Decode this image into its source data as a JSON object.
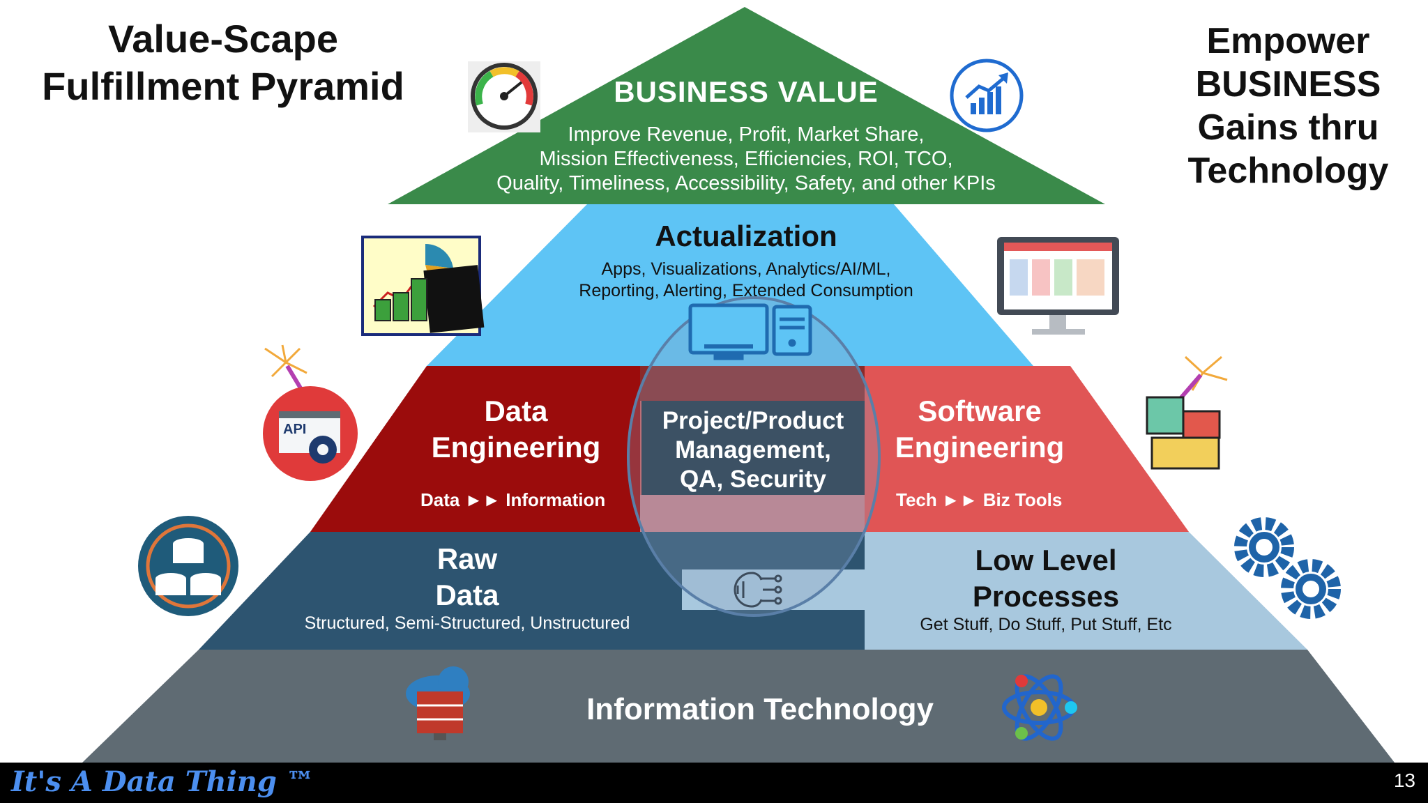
{
  "title": {
    "line1": "Value-Scape",
    "line2": "Fulfillment Pyramid"
  },
  "tagline": {
    "line1": "Empower",
    "line2": "BUSINESS",
    "line3": "Gains thru",
    "line4": "Technology"
  },
  "pyramid": {
    "business_value": {
      "title": "BUSINESS VALUE",
      "lines": [
        "Improve Revenue, Profit, Market Share,",
        "Mission Effectiveness, Efficiencies, ROI, TCO,",
        "Quality, Timeliness, Accessibility, Safety, and other KPIs"
      ]
    },
    "actualization": {
      "title": "Actualization",
      "lines": [
        "Apps, Visualizations, Analytics/AI/ML,",
        "Reporting, Alerting, Extended Consumption"
      ]
    },
    "data_engineering": {
      "title_line1": "Data",
      "title_line2": "Engineering",
      "flow_from": "Data",
      "flow_arrow": "►►",
      "flow_to": "Information"
    },
    "project_management": {
      "lines": [
        "Project/Product",
        "Management,",
        "QA, Security"
      ]
    },
    "software_engineering": {
      "title_line1": "Software",
      "title_line2": "Engineering",
      "flow_from": "Tech",
      "flow_arrow": "►►",
      "flow_to": "Biz Tools"
    },
    "raw_data": {
      "title_line1": "Raw",
      "title_line2": "Data",
      "subtitle": "Structured, Semi-Structured, Unstructured"
    },
    "low_level": {
      "title_line1": "Low Level",
      "title_line2": "Processes",
      "subtitle": "Get Stuff, Do Stuff, Put Stuff, Etc"
    },
    "information_technology": {
      "title": "Information Technology"
    }
  },
  "colors": {
    "business_value": "#3a8a4a",
    "actualization": "#5ec4f5",
    "data_engineering": "#9b0c0c",
    "software_engineering": "#e05555",
    "raw_data": "#2d5470",
    "low_level": "#a8c8de",
    "information_technology": "#5f6b73",
    "pm_box": "#1e3342"
  },
  "icons": [
    "gauge-icon",
    "growth-chart-icon",
    "finance-charts-icon",
    "dashboard-monitor-icon",
    "desktop-computer-icon",
    "api-gear-icon",
    "building-blocks-icon",
    "database-icon",
    "gears-icon",
    "circuit-chip-icon",
    "cloud-server-icon",
    "atom-icon"
  ],
  "footer": {
    "brand": "It's A Data Thing ™",
    "page_number": "13"
  }
}
